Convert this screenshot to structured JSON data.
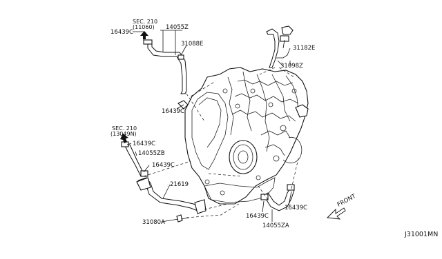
{
  "labels": {
    "sec210_top": "SEC. 210",
    "sec210_top_ref": "(11060)",
    "clamp_top_left": "16439C",
    "hose_top": "14055Z",
    "part_31088e": "31088E",
    "clamp_mid": "16439C",
    "part_31182e": "31182E",
    "part_31098z": "31098Z",
    "sec210_left": "SEC. 210",
    "sec210_left_ref": "(13049N)",
    "clamp_left_upper": "16439C",
    "hose_left": "14055ZB",
    "clamp_left_lower": "16439C",
    "pipe_21619": "21619",
    "part_31080a": "31080A",
    "clamp_bottom_left": "16439C",
    "clamp_bottom_right": "16439C",
    "hose_bottom": "14055ZA",
    "front": "FRONT",
    "diagram_code": "J31001MN"
  }
}
